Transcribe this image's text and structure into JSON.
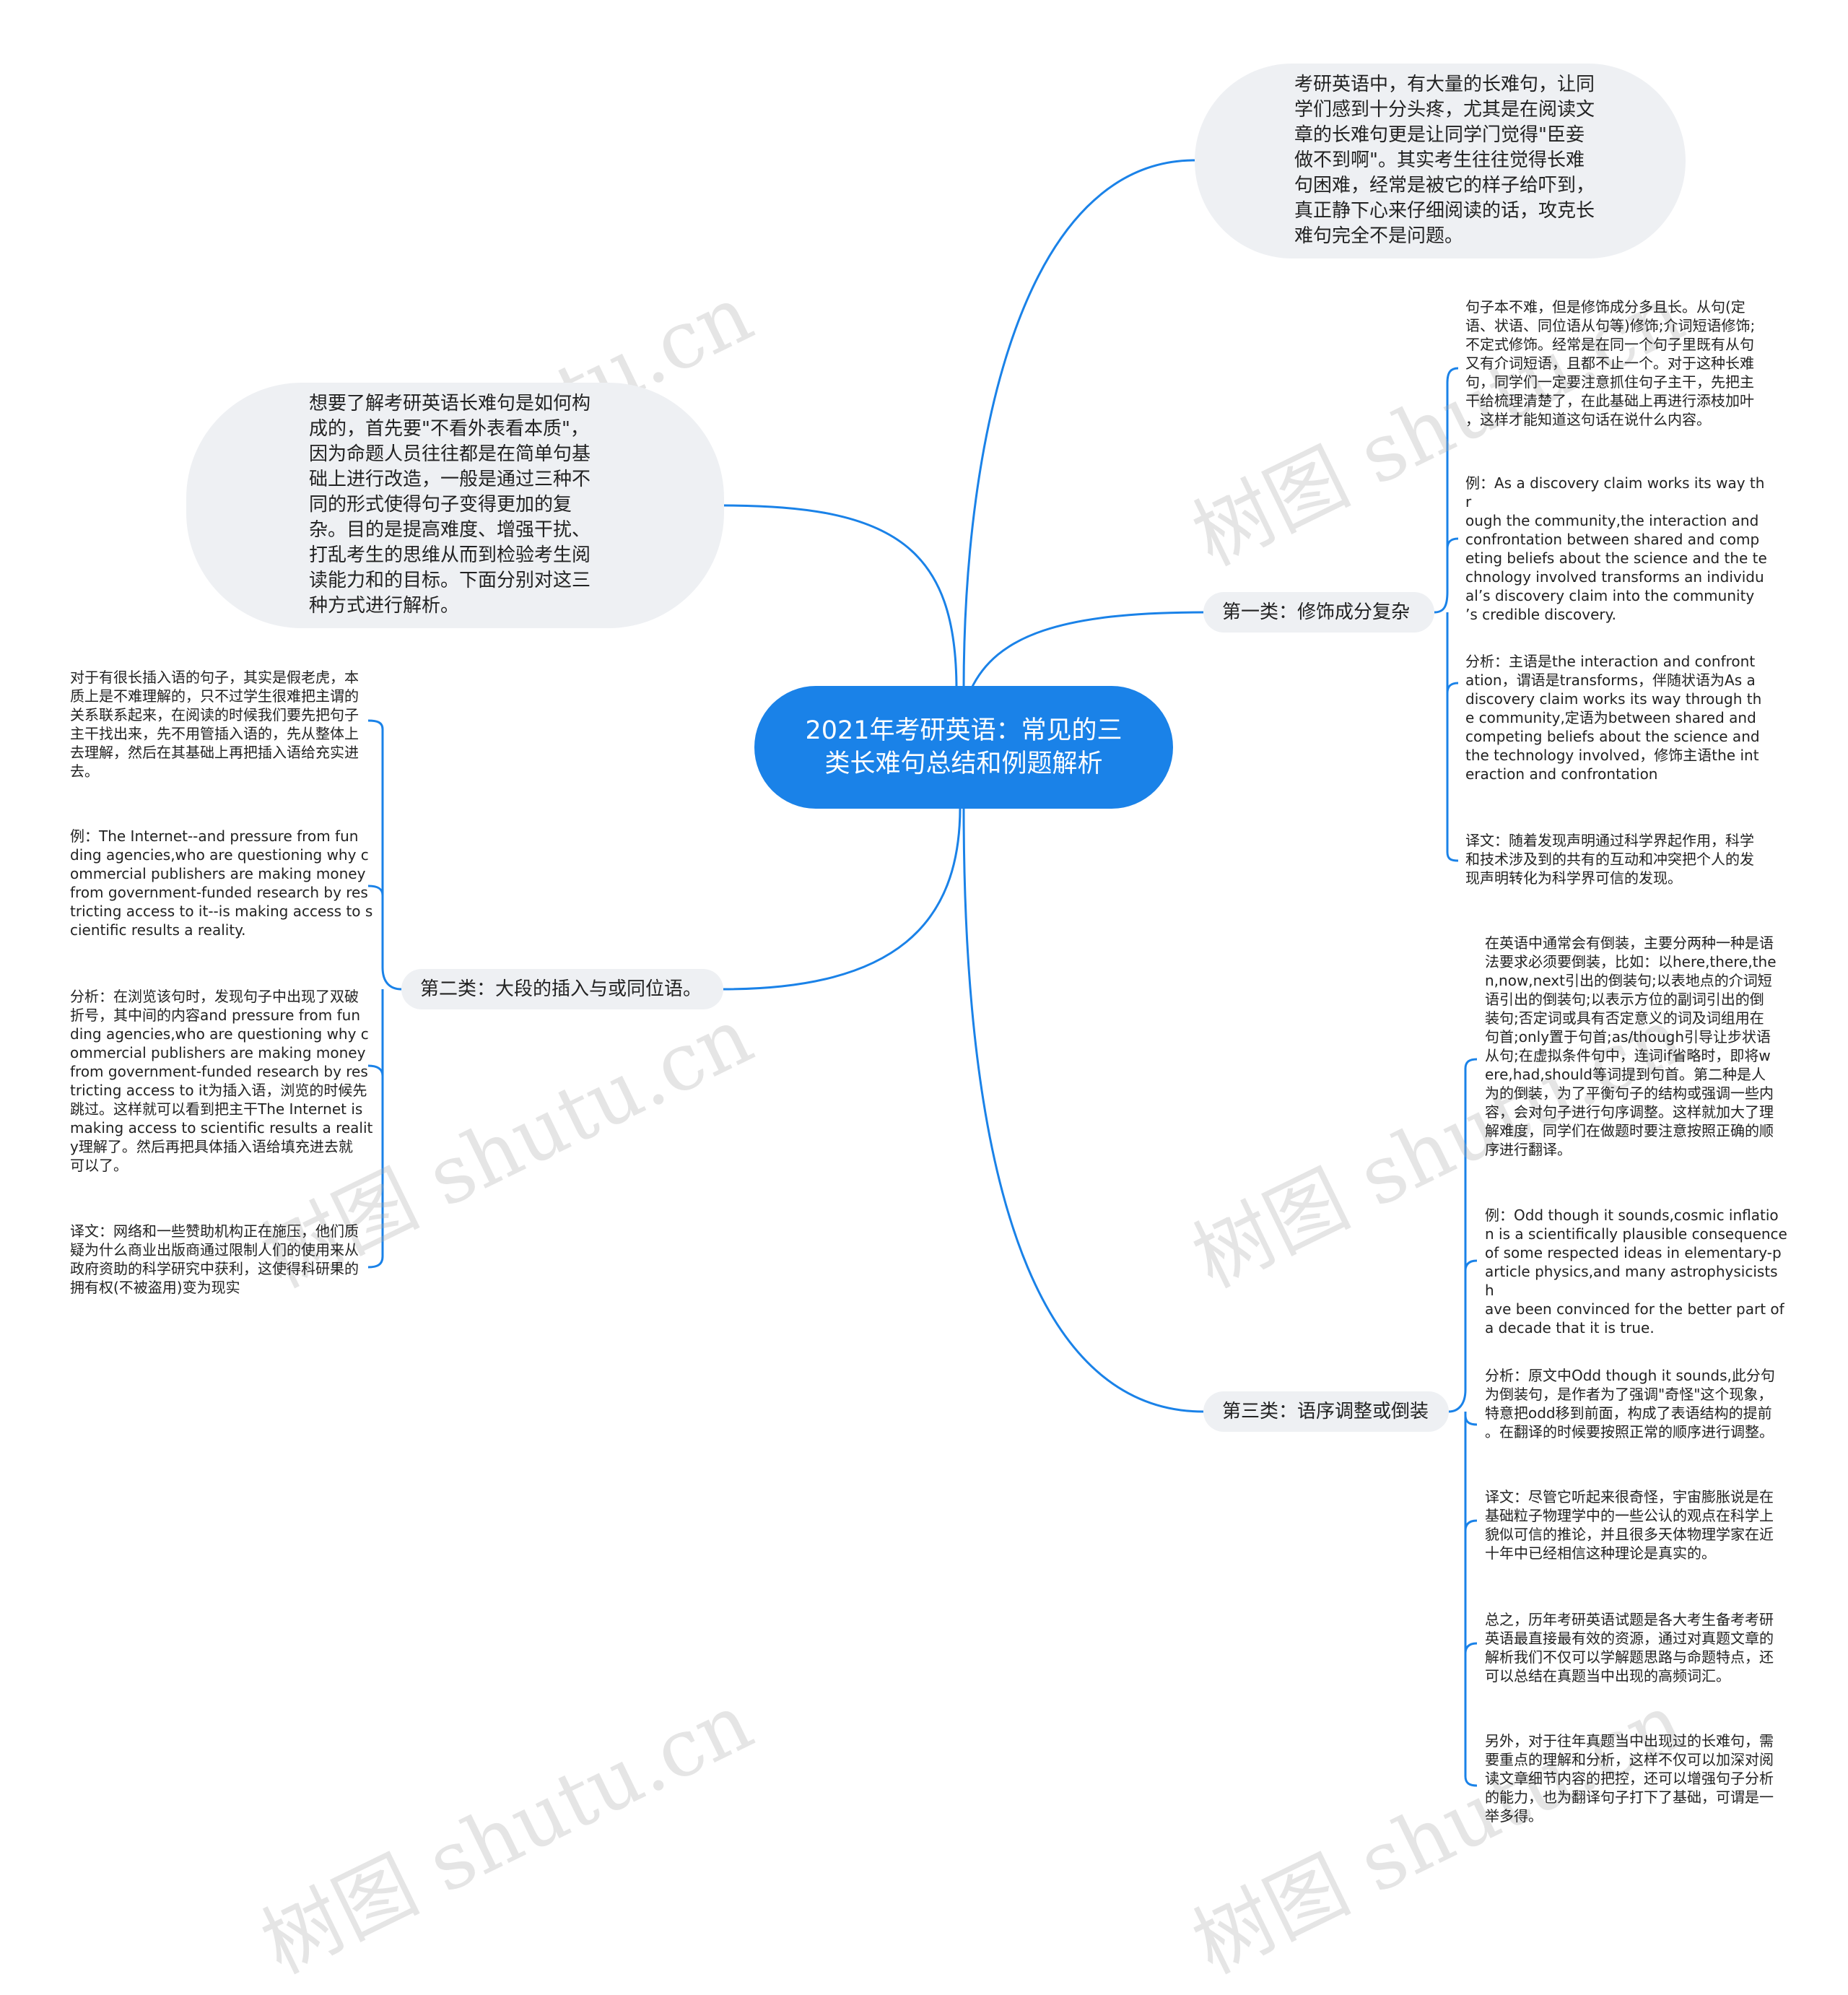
{
  "root": {
    "title": "2021年考研英语：常见的三类长难句总结和例题解析"
  },
  "intro_right": "考研英语中，有大量的长难句，让同学们感到十分头疼，尤其是在阅读文章的长难句更是让同学门觉得\"臣妾做不到啊\"。其实考生往往觉得长难句困难，经常是被它的样子给吓到，真正静下心来仔细阅读的话，攻克长难句完全不是问题。",
  "intro_left": "想要了解考研英语长难句是如何构成的，首先要\"不看外表看本质\"，因为命题人员往往都是在简单句基础上进行改造，一般是通过三种不同的形式使得句子变得更加的复杂。目的是提高难度、增强干扰、打乱考生的思维从而到检验考生阅读能力和的目标。下面分别对这三种方式进行解析。",
  "branch1": {
    "label": "第一类：修饰成分复杂",
    "leaves": [
      "句子本不难，但是修饰成分多且长。从句(定\n语、状语、同位语从句等)修饰;介词短语修饰;\n不定式修饰。经常是在同一个句子里既有从句\n又有介词短语，且都不止一个。对于这种长难\n句，同学们一定要注意抓住句子主干，先把主\n干给梳理清楚了，在此基础上再进行添枝加叶\n，这样才能知道这句话在说什么内容。",
      "例：As a discovery claim works its way thr\nough the community,the interaction and\nconfrontation between shared and comp\neting beliefs about the science and the te\nchnology involved transforms an individu\nal’s discovery claim into the community\n’s credible discovery.",
      "分析：主语是the interaction and confront\nation，谓语是transforms，伴随状语为As a\ndiscovery claim works its way through th\ne community,定语为between shared and\ncompeting beliefs about the science and\nthe technology involved，修饰主语the int\neraction and confrontation",
      "译文：随着发现声明通过科学界起作用，科学\n和技术涉及到的共有的互动和冲突把个人的发\n现声明转化为科学界可信的发现。"
    ]
  },
  "branch2": {
    "label": "第二类：大段的插入与或同位语。",
    "leaves": [
      "对于有很长插入语的句子，其实是假老虎，本\n质上是不难理解的，只不过学生很难把主谓的\n关系联系起来，在阅读的时候我们要先把句子\n主干找出来，先不用管插入语的，先从整体上\n去理解，然后在其基础上再把插入语给充实进\n去。",
      "例：The Internet--and pressure from fun\nding agencies,who are questioning why c\nommercial publishers are making money\nfrom government-funded research by res\ntricting access to it--is making access to s\ncientific results a reality.",
      "分析：在浏览该句时，发现句子中出现了双破\n折号，其中间的内容and pressure from fun\nding agencies,who are questioning why c\nommercial publishers are making money\nfrom government-funded research by res\ntricting access to it为插入语，浏览的时候先\n跳过。这样就可以看到把主干The Internet is\n making access to scientific results a realit\ny理解了。然后再把具体插入语给填充进去就\n可以了。",
      "译文：网络和一些赞助机构正在施压，他们质\n疑为什么商业出版商通过限制人们的使用来从\n政府资助的科学研究中获利，这使得科研果的\n拥有权(不被盗用)变为现实"
    ]
  },
  "branch3": {
    "label": "第三类：语序调整或倒装",
    "leaves": [
      "在英语中通常会有倒装，主要分两种一种是语\n法要求必须要倒装，比如：以here,there,the\nn,now,next引出的倒装句;以表地点的介词短\n语引出的倒装句;以表示方位的副词引出的倒\n装句;否定词或具有否定意义的词及词组用在\n句首;only置于句首;as/though引导让步状语\n从句;在虚拟条件句中，连词if省略时，即将w\nere,had,should等词提到句首。第二种是人\n为的倒装，为了平衡句子的结构或强调一些内\n容，会对句子进行句序调整。这样就加大了理\n解难度，同学们在做题时要注意按照正确的顺\n序进行翻译。",
      "例：Odd though it sounds,cosmic inflatio\nn is a scientifically plausible consequence\n of some respected ideas in elementary-p\narticle physics,and many astrophysicists h\nave been convinced for the better part of\n a decade that it is true.",
      "分析：原文中Odd though it sounds,此分句\n为倒装句，是作者为了强调\"奇怪\"这个现象，\n特意把odd移到前面，构成了表语结构的提前\n。在翻译的时候要按照正常的顺序进行调整。",
      "译文：尽管它听起来很奇怪，宇宙膨胀说是在\n基础粒子物理学中的一些公认的观点在科学上\n貌似可信的推论，并且很多天体物理学家在近\n十年中已经相信这种理论是真实的。",
      "总之，历年考研英语试题是各大考生备考考研\n英语最直接最有效的资源，通过对真题文章的\n解析我们不仅可以学解题思路与命题特点，还\n可以总结在真题当中出现的高频词汇。",
      "另外，对于往年真题当中出现过的长难句，需\n要重点的理解和分析，这样不仅可以加深对阅\n读文章细节内容的把控，还可以增强句子分析\n的能力，也为翻译句子打下了基础，可谓是一\n举多得。"
    ]
  },
  "watermark": "树图 shutu.cn",
  "colors": {
    "root": "#1a82e8",
    "link": "#1a82e8",
    "bubble": "#eef0f3"
  }
}
